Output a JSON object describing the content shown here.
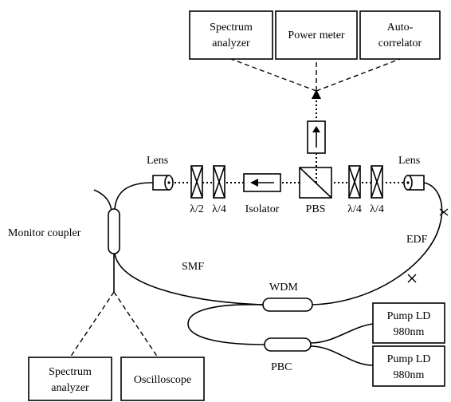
{
  "top_instruments": {
    "spectrum_analyzer": [
      "Spectrum",
      "analyzer"
    ],
    "power_meter": "Power meter",
    "autocorrelator": [
      "Auto-",
      "correlator"
    ]
  },
  "free_space": {
    "lens_left": "Lens",
    "lens_right": "Lens",
    "hwp_left": "λ/2",
    "qwp_left": "λ/4",
    "isolator": "Isolator",
    "pbs": "PBS",
    "qwp_right_1": "λ/4",
    "qwp_right_2": "λ/4"
  },
  "fiber": {
    "monitor_coupler": "Monitor coupler",
    "smf": "SMF",
    "edf": "EDF",
    "wdm": "WDM",
    "pbc": "PBC"
  },
  "pumps": {
    "pump1": [
      "Pump LD",
      "980nm"
    ],
    "pump2": [
      "Pump LD",
      "980nm"
    ]
  },
  "bottom_instruments": {
    "spectrum_analyzer": [
      "Spectrum",
      "analyzer"
    ],
    "oscilloscope": "Oscilloscope"
  }
}
